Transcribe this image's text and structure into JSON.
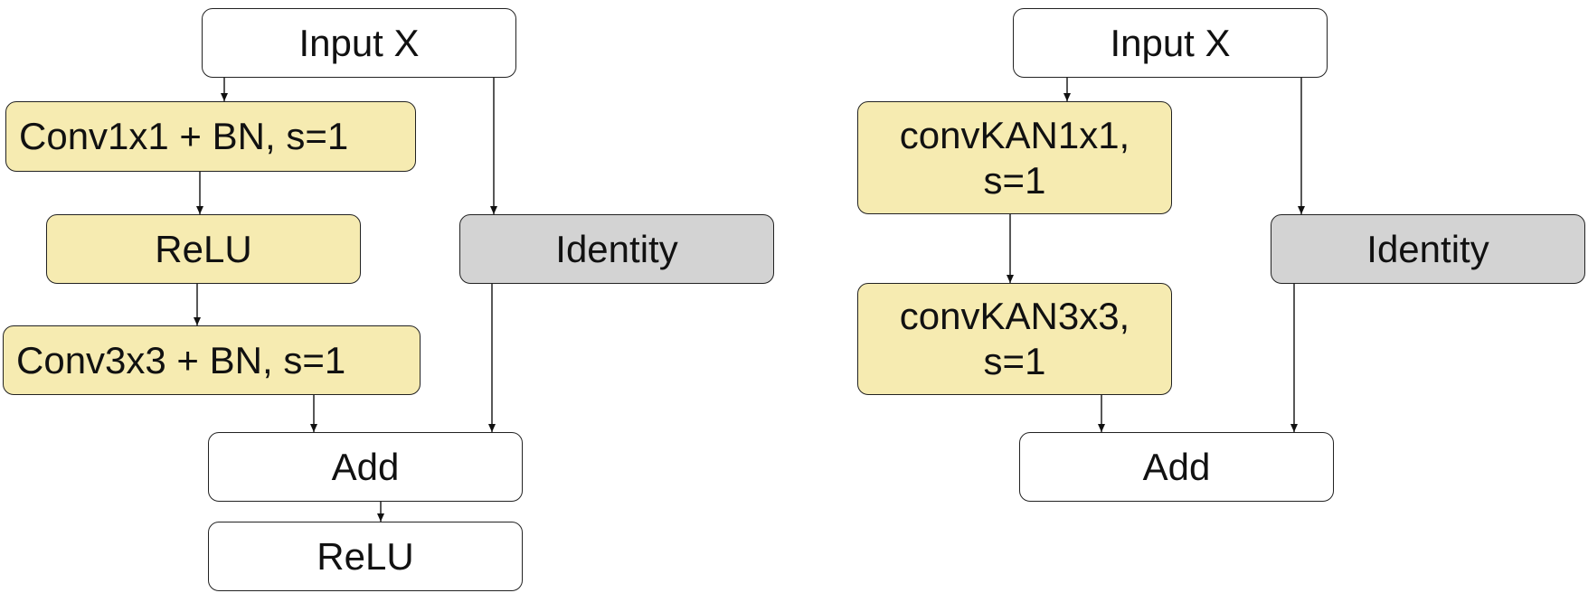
{
  "left_diagram": {
    "input": "Input X",
    "conv1": "Conv1x1 + BN, s=1",
    "relu1": "ReLU",
    "conv3": "Conv3x3 + BN, s=1",
    "identity": "Identity",
    "add": "Add",
    "relu2": "ReLU"
  },
  "right_diagram": {
    "input": "Input X",
    "kan1": {
      "line1": "convKAN1x1,",
      "line2": "s=1"
    },
    "kan3": {
      "line1": "convKAN3x3,",
      "line2": "s=1"
    },
    "identity": "Identity",
    "add": "Add"
  },
  "colors": {
    "process_fill": "#f6ebb1",
    "identity_fill": "#d3d3d3",
    "io_fill": "#ffffff",
    "border": "#222222"
  }
}
